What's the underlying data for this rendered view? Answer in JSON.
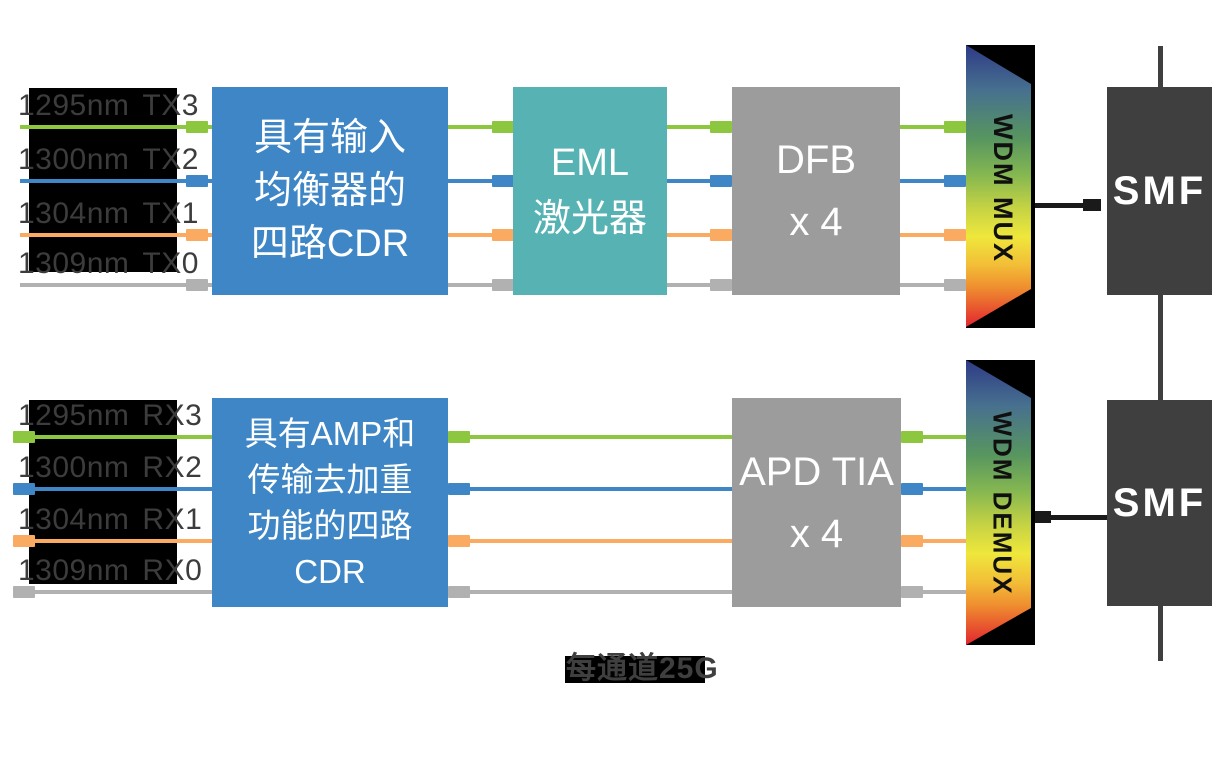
{
  "caption": "每通道25G",
  "tx": {
    "channels": [
      {
        "wavelength": "1295nm",
        "port": "TX3",
        "color": "#8DC63F"
      },
      {
        "wavelength": "1300nm",
        "port": "TX2",
        "color": "#3E86C6"
      },
      {
        "wavelength": "1304nm",
        "port": "TX1",
        "color": "#FAAB61"
      },
      {
        "wavelength": "1309nm",
        "port": "TX0",
        "color": "#B1B1B1"
      }
    ],
    "cdr_lines": [
      "具有输入",
      "均衡器的",
      "四路CDR"
    ],
    "eml_lines": [
      "EML",
      "激光器"
    ],
    "dfb_lines": [
      "DFB",
      "x 4"
    ],
    "mux_label": "WDM MUX",
    "smf_label": "SMF"
  },
  "rx": {
    "channels": [
      {
        "wavelength": "1295nm",
        "port": "RX3",
        "color": "#8DC63F"
      },
      {
        "wavelength": "1300nm",
        "port": "RX2",
        "color": "#3E86C6"
      },
      {
        "wavelength": "1304nm",
        "port": "RX1",
        "color": "#FAAB61"
      },
      {
        "wavelength": "1309nm",
        "port": "RX0",
        "color": "#B1B1B1"
      }
    ],
    "cdr_lines": [
      "具有AMP和",
      "传输去加重",
      "功能的四路",
      "CDR"
    ],
    "apd_lines": [
      "APD TIA",
      "x 4"
    ],
    "demux_label": "WDM DEMUX",
    "smf_label": "SMF"
  },
  "colors": {
    "channel_green": "#8DC63F",
    "channel_blue": "#3E86C6",
    "channel_orange": "#FAAB61",
    "channel_gray": "#B1B1B1",
    "box_blue": "#3E86C6",
    "box_teal": "#57B2B3",
    "box_gray": "#9C9C9C",
    "box_dark": "#3F3F3F",
    "prism_gradient_top": "#2E3A86",
    "prism_gradient_bottom": "#E2252F",
    "label_text": "#3C3C3C"
  }
}
